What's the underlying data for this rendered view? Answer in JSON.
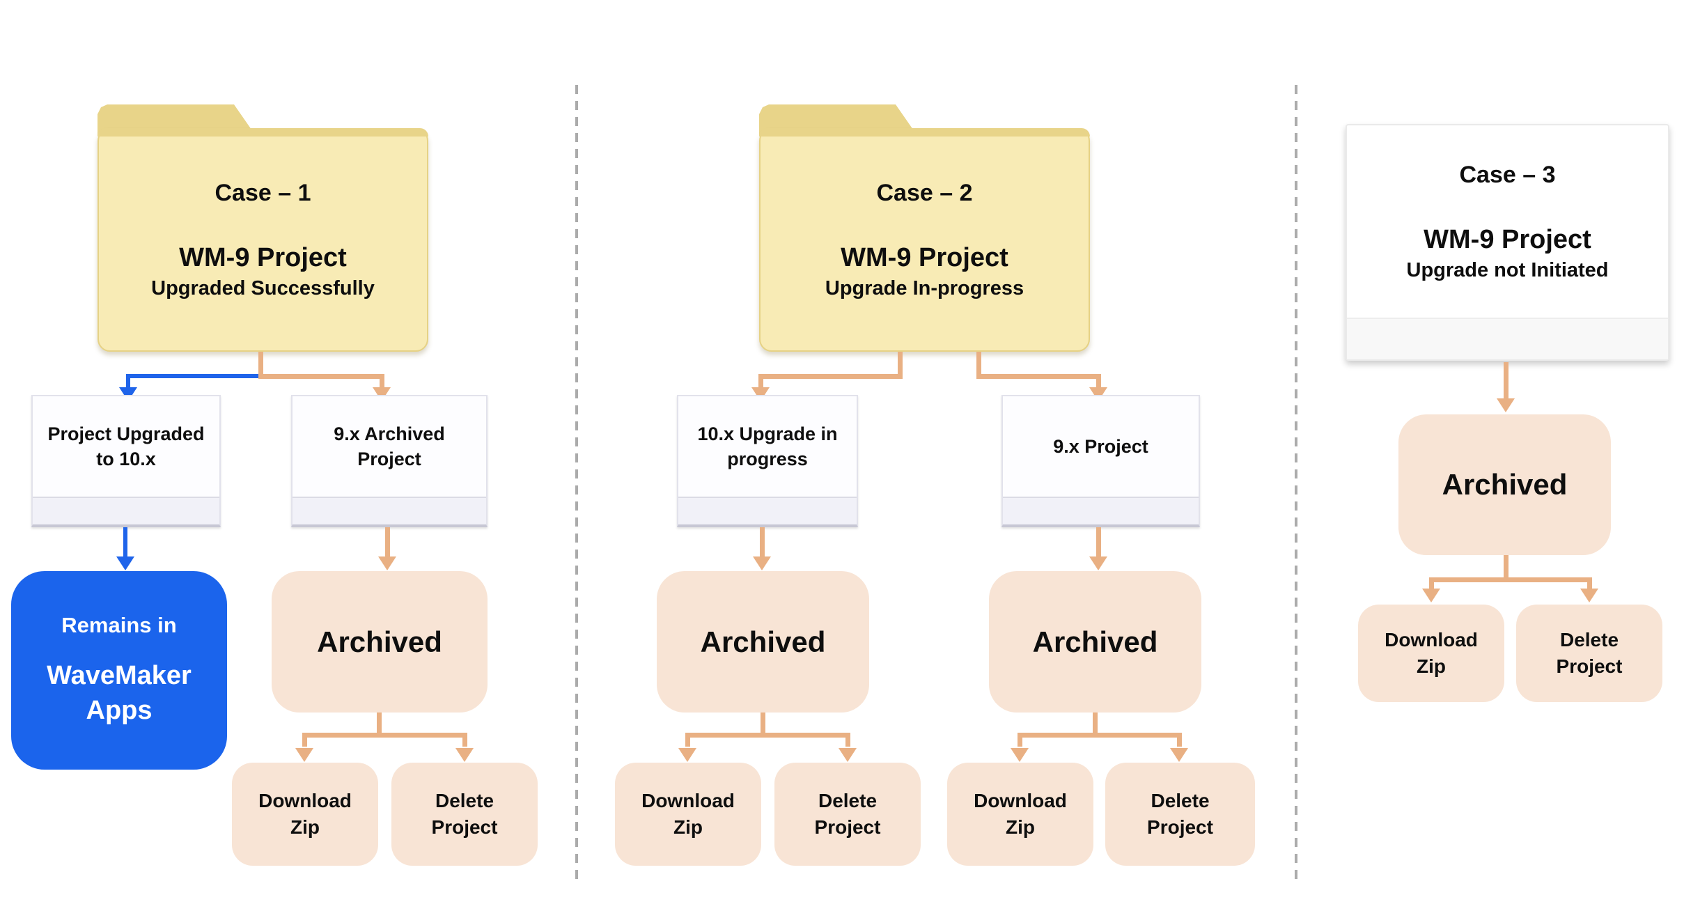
{
  "colors": {
    "folder_fill": "#F8EBB5",
    "folder_tab": "#E8D489",
    "peach_fill": "#F8E4D5",
    "blue_fill": "#1B64EC",
    "connector_orange": "#E9B083",
    "connector_blue": "#1F64EA",
    "divider_gray": "#ABABAB",
    "white_box_footer": "#F1F1F8"
  },
  "case1": {
    "title": "Case – 1",
    "project": "WM-9 Project",
    "status": "Upgraded Successfully",
    "branch_left": "Project Upgraded to 10.x",
    "branch_right": "9.x Archived Project",
    "result_left_line1": "Remains in",
    "result_left_line2": "WaveMaker Apps",
    "result_right": "Archived",
    "action_download": "Download Zip",
    "action_delete": "Delete Project"
  },
  "case2": {
    "title": "Case – 2",
    "project": "WM-9 Project",
    "status": "Upgrade In-progress",
    "branch_left": "10.x Upgrade in progress",
    "branch_right": "9.x Project",
    "result_left": "Archived",
    "result_right": "Archived",
    "left_action_download": "Download Zip",
    "left_action_delete": "Delete Project",
    "right_action_download": "Download Zip",
    "right_action_delete": "Delete Project"
  },
  "case3": {
    "title": "Case – 3",
    "project": "WM-9 Project",
    "status": "Upgrade not Initiated",
    "result": "Archived",
    "action_download": "Download Zip",
    "action_delete": "Delete Project"
  }
}
